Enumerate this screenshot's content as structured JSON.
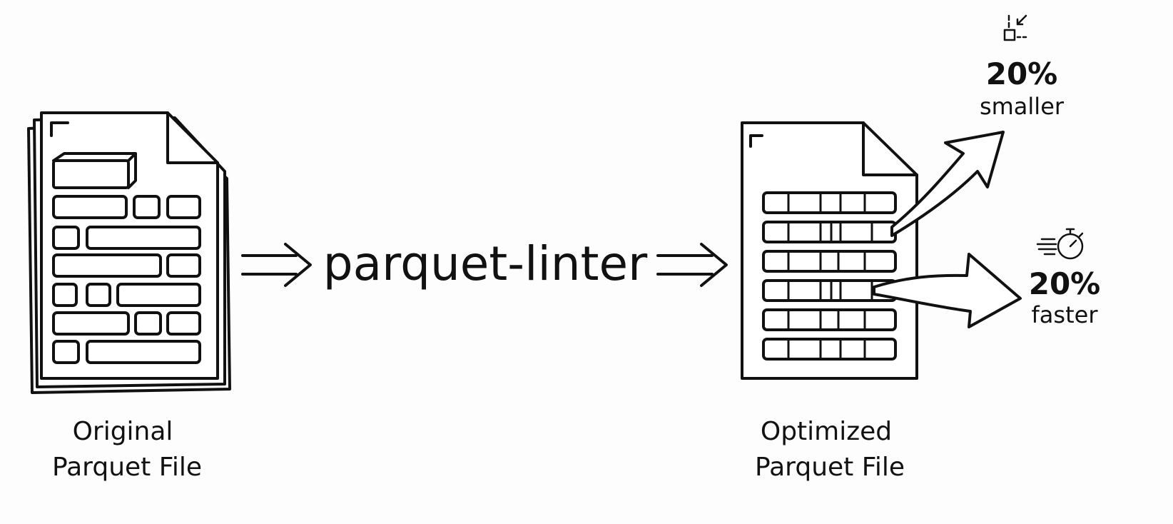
{
  "input": {
    "line1": "Original",
    "line2": "Parquet File"
  },
  "tool": {
    "name": "parquet-linter"
  },
  "output": {
    "line1": "Optimized",
    "line2": "Parquet File"
  },
  "benefits": [
    {
      "value": "20%",
      "label": "smaller",
      "icon": "compress-icon"
    },
    {
      "value": "20%",
      "label": "faster",
      "icon": "stopwatch-icon"
    }
  ],
  "colors": {
    "ink": "#111111",
    "background": "#fdfdfd"
  }
}
